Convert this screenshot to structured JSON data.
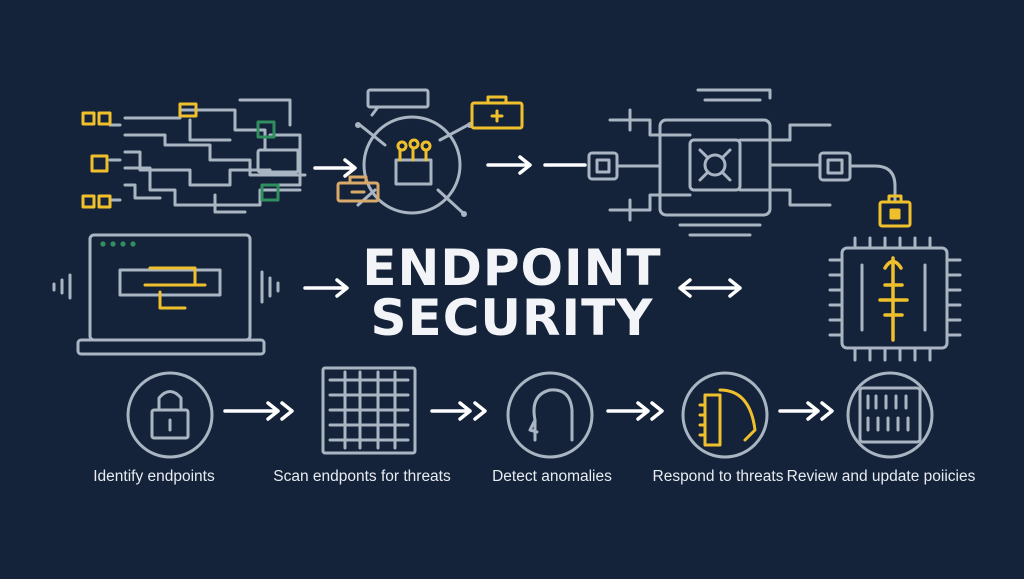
{
  "title": {
    "line1": "ENDPOINT",
    "line2": "SECURITY"
  },
  "steps": [
    {
      "label": "Identify endpoints",
      "icon": "lock-icon"
    },
    {
      "label": "Scan endponts for threats",
      "icon": "scanner-grid-icon"
    },
    {
      "label": "Detect anomalies",
      "icon": "head-profile-icon"
    },
    {
      "label": "Respond to threats",
      "icon": "circuit-hand-icon"
    },
    {
      "label": "Review and update poiicies",
      "icon": "code-blocks-icon"
    }
  ],
  "colors": {
    "background": "#14233a",
    "line": "#a9b5c2",
    "accent_yellow": "#f0c02c",
    "accent_green": "#2f8f5e",
    "text": "#f2f4f7"
  }
}
